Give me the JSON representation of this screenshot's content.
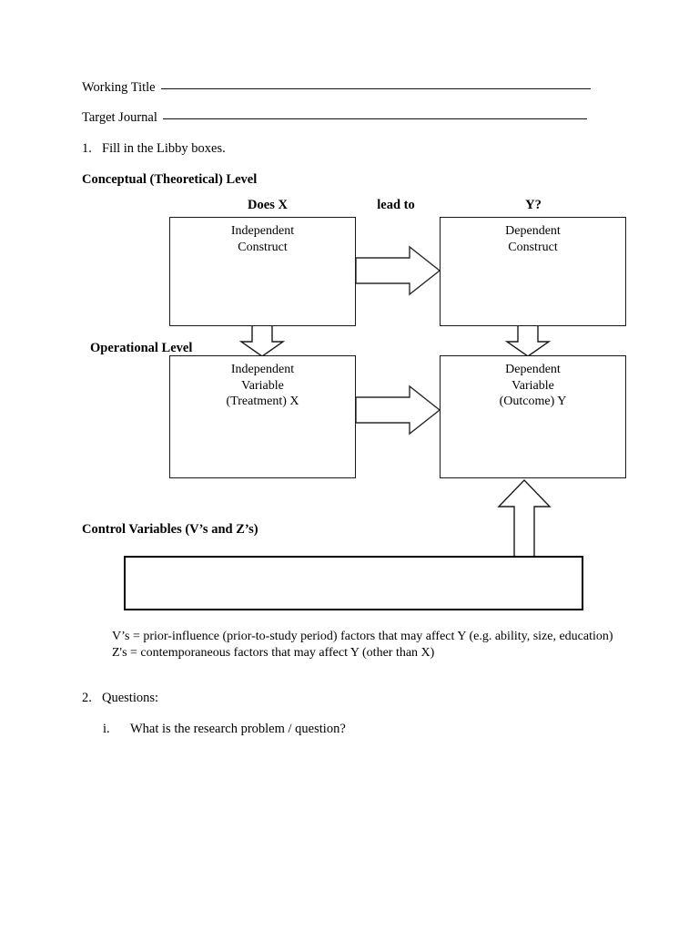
{
  "document": {
    "header_fields": [
      {
        "label": "Working Title",
        "value": "",
        "rule_width": 472
      },
      {
        "label": "Target Journal",
        "value": "",
        "rule_width": 466
      }
    ],
    "items": [
      {
        "marker": "1.",
        "text": "Fill in the Libby boxes."
      },
      {
        "marker": "2.",
        "text": "Questions:"
      }
    ],
    "sub_questions": [
      {
        "marker": "i.",
        "text": "What is the research problem / question?"
      }
    ]
  },
  "diagram": {
    "section_headings": {
      "conceptual": "Conceptual (Theoretical) Level",
      "operational": "Operational Level",
      "control": "Control Variables (V’s and Z’s)"
    },
    "column_headings": [
      {
        "text": "Does X"
      },
      {
        "text": "lead to"
      },
      {
        "text": "Y?"
      }
    ],
    "boxes": [
      {
        "id": "independent-construct",
        "lines": [
          "Independent",
          "Construct"
        ]
      },
      {
        "id": "dependent-construct",
        "lines": [
          "Dependent",
          "Construct"
        ]
      },
      {
        "id": "independent-variable",
        "lines": [
          "Independent",
          "Variable",
          "(Treatment) X"
        ]
      },
      {
        "id": "dependent-variable",
        "lines": [
          "Dependent",
          "Variable",
          "(Outcome) Y"
        ]
      },
      {
        "id": "control-variables",
        "lines": []
      }
    ]
  },
  "legend": {
    "v_line": "V’s = prior-influence (prior-to-study period) factors that may affect Y (e.g. ability, size, education)",
    "z_line": "Z's = contemporaneous factors that may affect Y (other than X)"
  },
  "colors": {
    "ink": "#000000",
    "line": "#1a1a1a",
    "page": "#ffffff"
  }
}
